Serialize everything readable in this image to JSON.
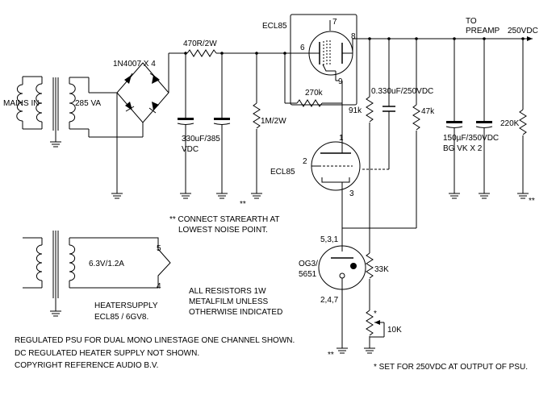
{
  "schematic": {
    "colors": {
      "line": "#000000",
      "background": "#ffffff"
    },
    "labels": {
      "mains_in": "MAINS IN",
      "transformer_va": "285 VA",
      "rectifier": "1N4007 X 4",
      "r_series": "470R/2W",
      "cap_330": "330uF/385",
      "cap_330_unit": "VDC",
      "r_bleed": "1M/2W",
      "star_mark": "**",
      "tube_top": "ECL85",
      "tube_bottom": "ECL85",
      "pin_6": "6",
      "pin_7": "7",
      "pin_8": "8",
      "pin_9": "9",
      "pin_1": "1",
      "pin_2": "2",
      "pin_3": "3",
      "r_270k": "270k",
      "r_91k": "91k",
      "cap_0330": "0.330uF/250VDC",
      "r_47k": "47k",
      "to_preamp_1": "TO",
      "to_preamp_2": "PREAMP",
      "out_voltage": "250VDC",
      "cap_150_1": "150µF/350VDC",
      "cap_150_2": "BG VK  X 2",
      "r_220k": "220K",
      "note_star_1": "** CONNECT STAREARTH AT",
      "note_star_2": "LOWEST NOISE POINT.",
      "og3_pins": "5,3,1",
      "og3_name_1": "OG3/",
      "og3_name_2": "5651",
      "og3_pins_bottom": "2,4,7",
      "r_33k": "33K",
      "r_10k": "10K",
      "pot_mark": "*",
      "heater_volt": "6.3V/1.2A",
      "heater_pin_5": "5",
      "heater_pin_4": "4",
      "heater_label_1": "HEATERSUPPLY",
      "heater_label_2": "ECL85  /  6GV8.",
      "resistor_note_1": "ALL RESISTORS 1W",
      "resistor_note_2": "METALFILM UNLESS",
      "resistor_note_3": "OTHERWISE INDICATED",
      "footer_1": "REGULATED PSU FOR DUAL MONO LINESTAGE ONE CHANNEL SHOWN.",
      "footer_2": "DC REGULATED HEATER SUPPLY NOT SHOWN.",
      "footer_3": "COPYRIGHT REFERENCE AUDIO B.V.",
      "footer_set": "* SET FOR 250VDC AT OUTPUT OF PSU."
    }
  }
}
